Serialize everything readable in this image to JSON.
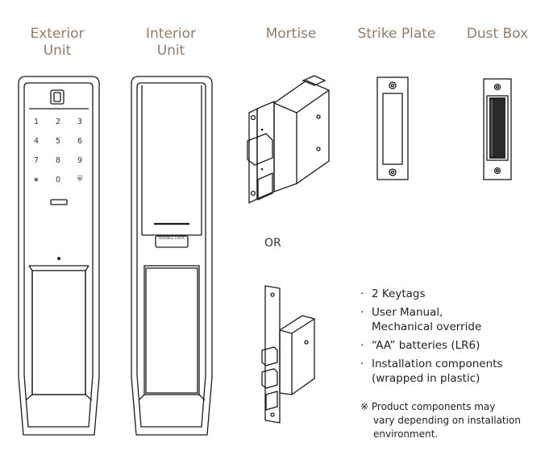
{
  "headers": {
    "exterior_line1": "Exterior",
    "exterior_line2": "Unit",
    "interior_line1": "Interior",
    "interior_line2": "Unit",
    "mortise": "Mortise",
    "strike_plate": "Strike Plate",
    "dust_box": "Dust Box"
  },
  "keypad": [
    "1",
    "2",
    "3",
    "4",
    "5",
    "6",
    "7",
    "8",
    "9",
    "∗",
    "0",
    "⛨"
  ],
  "double_lock_label": "DOUBLE LOCK",
  "or_label": "OR",
  "bullet": "·",
  "accessories": [
    [
      "2 Keytags"
    ],
    [
      "User Manual,",
      "Mechanical override"
    ],
    [
      "“AA” batteries (LR6)"
    ],
    [
      "Installation components",
      "(wrapped in plastic)"
    ]
  ],
  "note": {
    "mark": "※",
    "line1": "Product components may",
    "line2": "vary depending on installation",
    "line3": "environment."
  },
  "colors": {
    "header": "#9a7a64",
    "line": "#1a1a1a"
  }
}
